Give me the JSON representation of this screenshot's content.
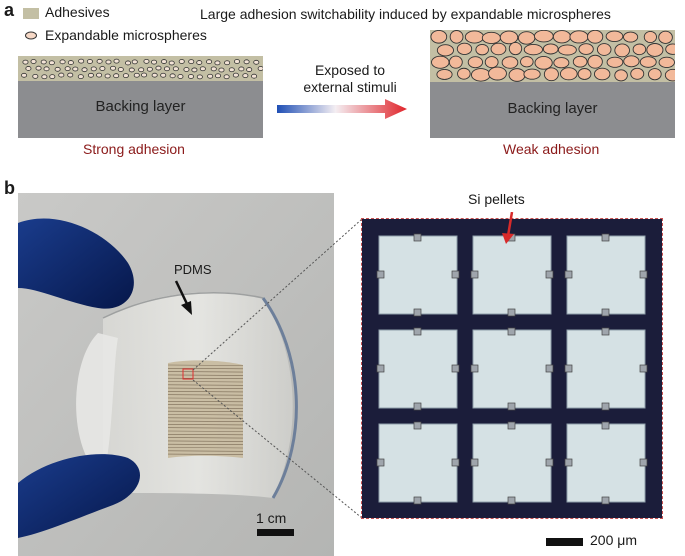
{
  "panel_a": {
    "letter": "a",
    "legend": {
      "adhesives_label": "Adhesives",
      "microspheres_label": "Expandable microspheres"
    },
    "title": "Large adhesion switchability induced by expandable microspheres",
    "left": {
      "layer_label": "Backing layer",
      "caption": "Strong adhesion"
    },
    "arrow_label_line1": "Exposed to",
    "arrow_label_line2": "external stimuli",
    "right": {
      "layer_label": "Backing layer",
      "caption": "Weak adhesion"
    }
  },
  "panel_b": {
    "letter": "b",
    "pdms_label": "PDMS",
    "si_label": "Si pellets",
    "scalebar_photo": "1 cm",
    "scalebar_micro": "200 μm"
  },
  "colors": {
    "adhesive": "#c3bfa4",
    "backing": "#8c8d90",
    "microsphere_fill": "#f2b99a",
    "red_caption": "#8b1a1a",
    "arrow_start": "#1f4fb5",
    "arrow_end": "#e0242a",
    "glove": "#0f2a6b"
  }
}
